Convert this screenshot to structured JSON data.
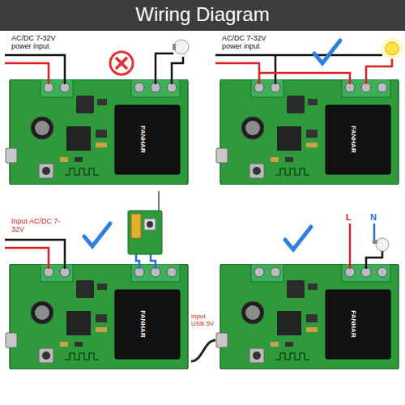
{
  "diagram": {
    "title": "Wiring Diagram",
    "labels": [
      "AC/DC 7-32V power input",
      "FANHAR",
      "AC/DC 7-32V power input",
      "FANHAR",
      "Input AC/DC 7-32V",
      "FANHAR",
      "L",
      "N",
      "Input USB 5V",
      "FANHAR"
    ]
  }
}
